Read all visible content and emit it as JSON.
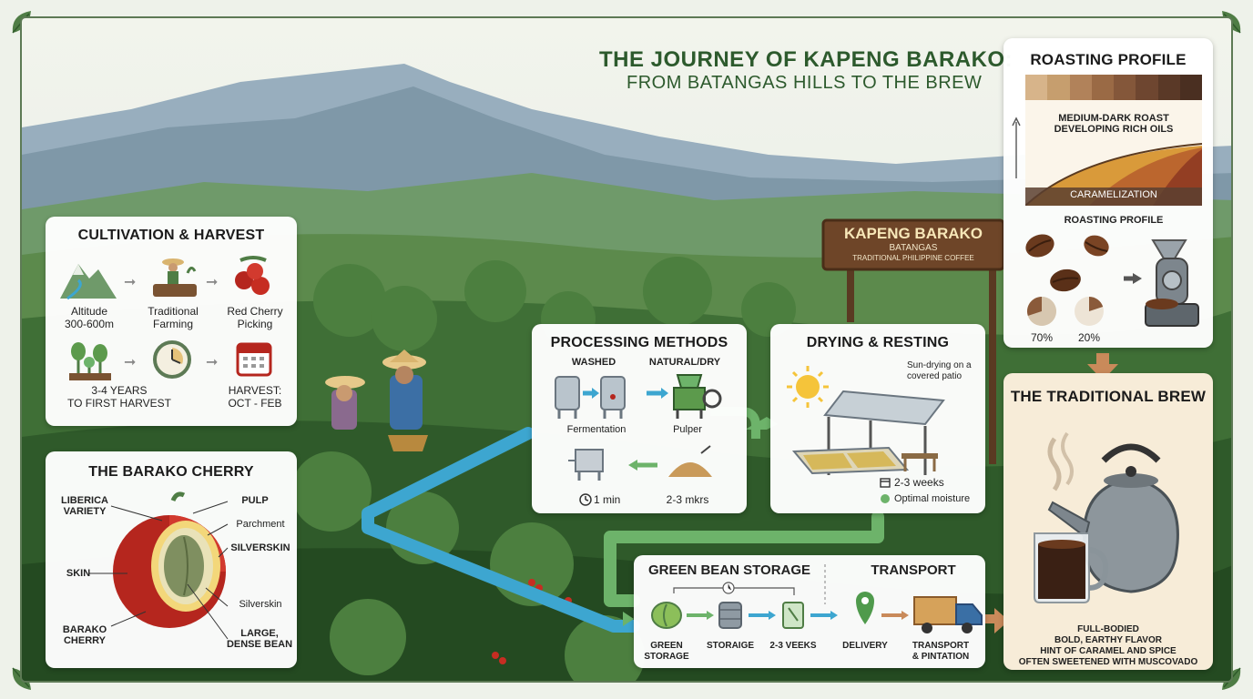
{
  "title": {
    "main": "THE JOURNEY OF KAPENG BARAKO:",
    "sub": "FROM BATANGAS HILLS TO THE BREW"
  },
  "sign": {
    "line1": "KAPENG BARAKO",
    "line2": "BATANGAS",
    "line3": "TRADITIONAL PHILIPPINE COFFEE"
  },
  "cultivation": {
    "title": "CULTIVATION & HARVEST",
    "items": [
      "Altitude\n300-600m",
      "Traditional\nFarming",
      "Red Cherry\nPicking",
      "3-4 YEARS\nTO FIRST HARVEST",
      "HARVEST:\nOCT - FEB"
    ]
  },
  "cherry": {
    "title": "THE BARAKO CHERRY",
    "labels": {
      "liberica": "LIBERICA\nVARIETY",
      "pulp": "PULP",
      "parchment": "Parchment",
      "silverskin_caps": "SILVERSKIN",
      "skin": "SKIN",
      "silverskin": "Silverskin",
      "barako": "BARAKO\nCHERRY",
      "bean": "LARGE,\nDENSE BEAN"
    }
  },
  "processing": {
    "title": "PROCESSING METHODS",
    "washed": "WASHED",
    "natural": "NATURAL/DRY",
    "fermentation": "Fermentation",
    "pulper": "Pulper",
    "time1": "1 min",
    "time2": "2-3 mkrs"
  },
  "drying": {
    "title": "DRYING & RESTING",
    "note": "Sun-drying on a\ncovered patio",
    "weeks": "2-3 weeks",
    "moisture": "Optimal moisture"
  },
  "storage": {
    "title": "GREEN BEAN STORAGE",
    "transport_title": "TRANSPORT",
    "steps": [
      "GREEN\nSTORAGE",
      "STORAIGE",
      "2-3 VEEKS",
      "DELIVERY",
      "TRANSPORT\n& PINTATION"
    ]
  },
  "roasting": {
    "title": "ROASTING PROFILE",
    "roast_text": "MEDIUM-DARK ROAST\nDEVELOPING RICH OILS",
    "caramel": "CARAMELIZATION",
    "subtitle": "ROASTING PROFILE",
    "pct1": "70%",
    "pct2": "20%",
    "swatch_colors": [
      "#d7b48a",
      "#c69e6e",
      "#b1825a",
      "#9a6a45",
      "#84573a",
      "#6e4630",
      "#5a3927",
      "#4a2f21"
    ]
  },
  "brew": {
    "title": "THE TRADITIONAL BREW",
    "lines": [
      "FULL-BODIED",
      "BOLD, EARTHY FLAVOR",
      "HINT OF CARAMEL AND SPICE",
      "OFTEN SWEETENED WITH MUSCOVADO"
    ]
  },
  "colors": {
    "accent_green": "#2d5a2d",
    "flow_blue": "#3da6d0",
    "flow_green": "#6db36a",
    "cherry_red": "#b5261e"
  }
}
